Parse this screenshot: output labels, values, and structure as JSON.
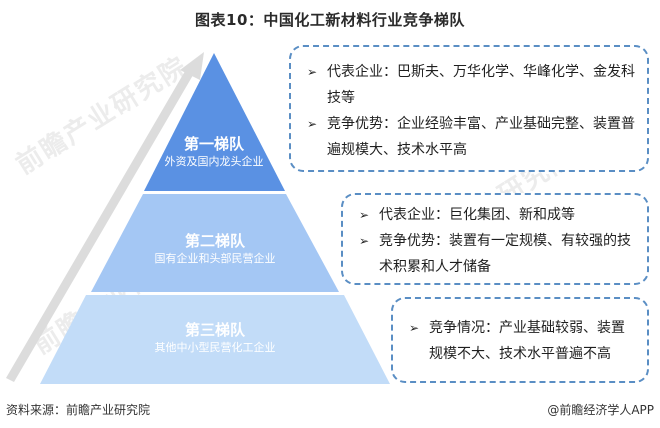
{
  "title": "图表10：中国化工新材料行业竞争梯队",
  "watermarks": [
    "前瞻产业研究院",
    "前瞻产业研究院",
    "前瞻产业研究院"
  ],
  "colors": {
    "tier1": "#5a91e3",
    "tier2": "#a3c6f4",
    "tier3": "#c2dcf8",
    "box_border": "#5a8ec4",
    "arrow": "#d9d9d9"
  },
  "pyramid": {
    "tiers": [
      {
        "name": "第一梯队",
        "desc": "外资及国内龙头企业"
      },
      {
        "name": "第二梯队",
        "desc": "国有企业和头部民营企业"
      },
      {
        "name": "第三梯队",
        "desc": "其他中小型民营化工企业"
      }
    ]
  },
  "boxes": [
    {
      "items": [
        {
          "arrow": "➢",
          "text": "代表企业：巴斯夫、万华化学、华峰化学、金发科技等"
        },
        {
          "arrow": "➢",
          "text": "竞争优势：企业经验丰富、产业基础完整、装置普遍规模大、技术水平高"
        }
      ]
    },
    {
      "items": [
        {
          "arrow": "➢",
          "text": "代表企业：巨化集团、新和成等"
        },
        {
          "arrow": "➢",
          "text": "竞争优势：装置有一定规模、有较强的技术积累和人才储备"
        }
      ]
    },
    {
      "items": [
        {
          "arrow": "➢",
          "text": "竞争情况：产业基础较弱、装置规模不大、技术水平普遍不高"
        }
      ]
    }
  ],
  "footer": {
    "source": "资料来源：前瞻产业研究院",
    "credit": "@前瞻经济学人APP"
  }
}
